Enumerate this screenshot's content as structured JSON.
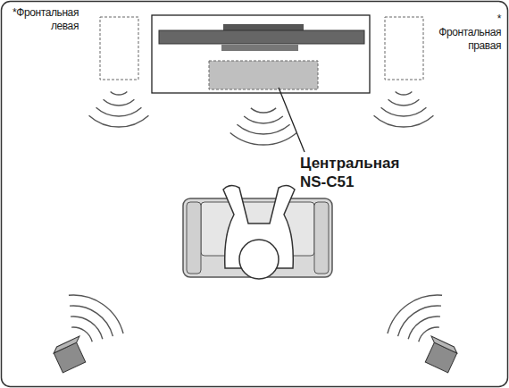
{
  "diagram": {
    "labels": [
      "*Фронтальная левая",
      "* Фронтальная правая",
      "Центральная NS-C51"
    ]
  }
}
